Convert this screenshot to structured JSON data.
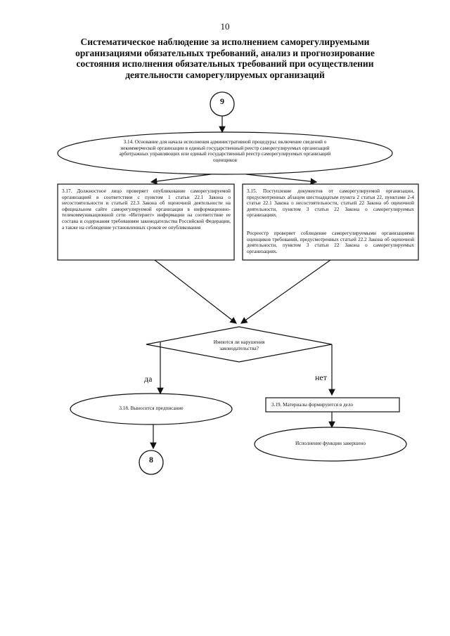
{
  "page": {
    "number": "10",
    "title": "Систематическое наблюдение за исполнением саморегулируемыми организациями обязательных требований, анализ и прогнозирование состояния исполнения обязательных требований при осуществлении деятельности саморегулируемых организаций"
  },
  "flow": {
    "start_connector": "9",
    "end_connector": "8",
    "step_314": "3.14. Основание для начала исполнения административной процедуры: включение сведений о некоммерческой организации в единый государственный реестр саморегулируемых организаций арбитражных управляющих или единый государственный реестр саморегулируемых организаций оценщиков",
    "step_317": "3.17. Должностное лицо проверяет опубликование саморегулируемой организацией в соответствии с пунктом 1 статьи 22.1 Закона о несостоятельности и статьей 22.3 Закона об оценочной деятельности на официальном сайте саморегулируемой организации в информационно-телекоммуникационной сети «Интернет» информации на соответствие ее состава и содержания требованиям законодательства Российской Федерации, а также на соблюдение установленных сроков ее опубликования",
    "step_315_a": "3.15. Поступление документов от саморегулируемой организации, предусмотренных абзацем шестнадцатым пункта 2 статьи 22, пунктами 2-4 статьи 22.1 Закона о несостоятельности, статьей 22 Закона об оценочной деятельности, пунктом 3 статьи 22 Закона о саморегулируемых организациях.",
    "step_315_b": "Росреестр проверяет соблюдение саморегулируемыми организациями оценщиков требований, предусмотренных статьей 22.2 Закона об оценочной деятельности, пунктом 3 статьи 22 Закона о саморегулируемых организациях.",
    "decision": "Имеются ли нарушения законодательства?",
    "yes_label": "да",
    "no_label": "нет",
    "step_318": "3.18. Выносится предписание",
    "step_319": "3.19. Материалы формируются в дело",
    "end_text": "Исполнение функции завершено"
  }
}
